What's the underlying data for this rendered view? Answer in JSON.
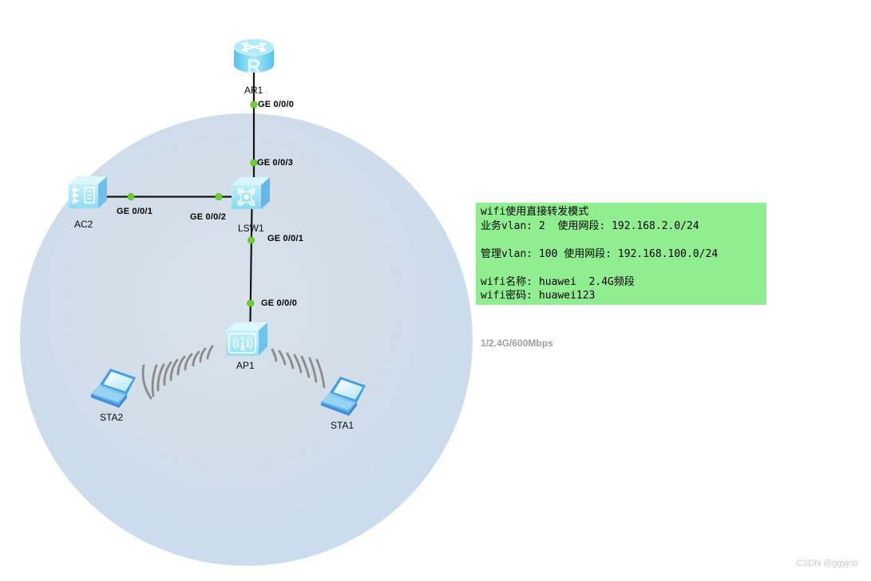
{
  "devices": {
    "ar1": {
      "label": "AR1",
      "badge": "R"
    },
    "ac2": {
      "label": "AC2"
    },
    "lsw1": {
      "label": "LSW1"
    },
    "ap1": {
      "label": "AP1"
    },
    "sta2": {
      "label": "STA2"
    },
    "sta1": {
      "label": "STA1"
    }
  },
  "ports": {
    "ar1_down": "GE 0/0/0",
    "lsw1_up": "GE 0/0/3",
    "ac2_right": "GE 0/0/1",
    "lsw1_left": "GE 0/0/2",
    "lsw1_down": "GE 0/0/1",
    "ap1_up": "GE 0/0/0"
  },
  "annotation": {
    "bg_color": "#90ee90",
    "lines": [
      "wifi使用直接转发模式",
      "业务vlan: 2  使用网段: 192.168.2.0/24",
      "",
      "管理vlan: 100 使用网段: 192.168.100.0/24",
      "",
      "wifi名称: huawei  2.4G频段",
      "wifi密码: huawei123"
    ]
  },
  "wireless_link": {
    "rate_label": "1/2.4G/600Mbps"
  },
  "watermark": "CSDN @ggyjnb",
  "colors": {
    "link_dot": "#6fcf2b",
    "signal_stroke": "#8a8a8a",
    "coverage_fill": "#cbdcee",
    "device_blue": "#a9e7f8"
  }
}
